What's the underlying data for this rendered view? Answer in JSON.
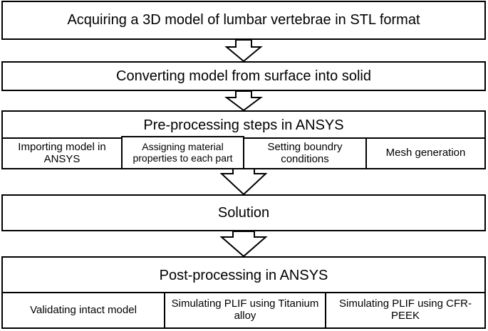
{
  "steps": {
    "acquire": "Acquiring a 3D model of lumbar vertebrae in STL format",
    "convert": "Converting model from surface into solid",
    "preprocess": {
      "title": "Pre-processing steps in ANSYS",
      "items": [
        "Importing model in ANSYS",
        "Assigning material properties to each part",
        "Setting boundry conditions",
        "Mesh generation"
      ]
    },
    "solution": "Solution",
    "postprocess": {
      "title": "Post-processing in ANSYS",
      "items": [
        "Validating intact model",
        "Simulating PLIF using Titanium alloy",
        "Simulating PLIF using CFR-PEEK"
      ]
    }
  }
}
